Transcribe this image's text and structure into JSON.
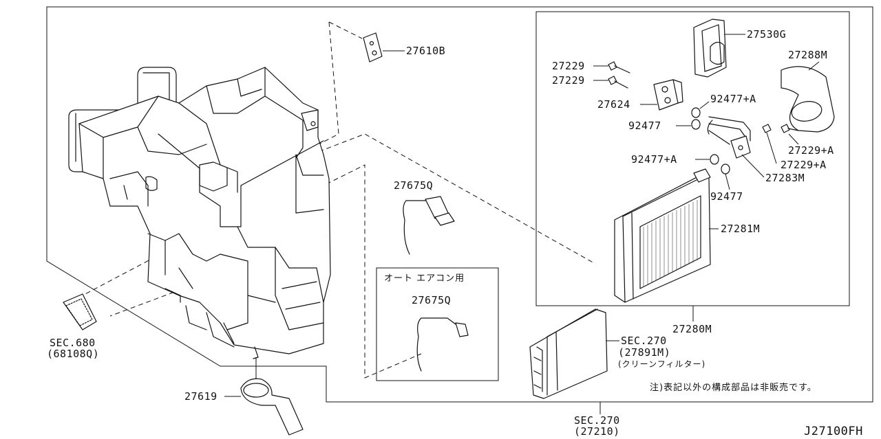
{
  "labels": {
    "p27610B": "27610B",
    "p27229_1": "27229",
    "p27229_2": "27229",
    "p27530G": "27530G",
    "p27288M": "27288M",
    "p27624": "27624",
    "p92477A_1": "92477+A",
    "p92477_1": "92477",
    "p27229A_1": "27229+A",
    "p27229A_2": "27229+A",
    "p92477A_2": "92477+A",
    "p27283M": "27283M",
    "p92477_2": "92477",
    "p27281M": "27281M",
    "p27675Q_1": "27675Q",
    "p27675Q_2": "27675Q",
    "auto_ac": "オート エアコン用",
    "p27280M": "27280M",
    "sec270_1": "SEC.270",
    "p27891M": "(27891M)",
    "clean_filter": "(クリーンフィルター)",
    "note": "注)表記以外の構成部品は非販売です。",
    "sec680": "SEC.680",
    "p68108Q": "(68108Q)",
    "p27619": "27619",
    "sec270_2": "SEC.270",
    "p27210": "(27210)",
    "diagram_code": "J27100FH"
  }
}
